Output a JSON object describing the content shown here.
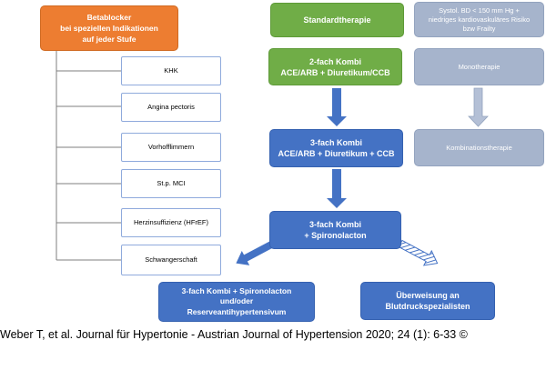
{
  "left_top": {
    "lines": [
      "Betablocker",
      "bei speziellen Indikationen",
      "auf jeder Stufe"
    ]
  },
  "indications": [
    "KHK",
    "Angina pectoris",
    "Vorhofflimmern",
    "St.p. MCI",
    "Herzinsuffizienz (HFrEF)",
    "Schwangerschaft"
  ],
  "standard": {
    "label": "Standardtherapie"
  },
  "step2": {
    "lines": [
      "2-fach Kombi",
      "ACE/ARB + Diuretikum/CCB"
    ]
  },
  "step3": {
    "lines": [
      "3-fach Kombi",
      "ACE/ARB + Diuretikum + CCB"
    ]
  },
  "step4": {
    "lines": [
      "3-fach Kombi",
      "+ Spironolacton"
    ]
  },
  "step5a": {
    "lines": [
      "3-fach Kombi + Spironolacton",
      "und/oder",
      "Reserveantihypertensivum"
    ]
  },
  "step5b": {
    "lines": [
      "Überweisung an",
      "Blutdruckspezialisten"
    ]
  },
  "alt_top": {
    "lines": [
      "Systol. BD < 150 mm Hg +",
      "niedriges kardiovaskuläres Risiko",
      "bzw Frailty"
    ]
  },
  "alt_mono": {
    "label": "Monotherapie"
  },
  "alt_combo": {
    "label": "Kombinationstherapie"
  },
  "caption": "Weber T, et al. Journal für Hypertonie - Austrian Journal of Hypertension 2020; 24 (1): 6-33 ©",
  "colors": {
    "orange": "#ed7d31",
    "green": "#70ad47",
    "blue": "#4472c4",
    "gray": "#a6b4cc",
    "side_border": "#8faadc",
    "connector": "#7f7f7f"
  }
}
